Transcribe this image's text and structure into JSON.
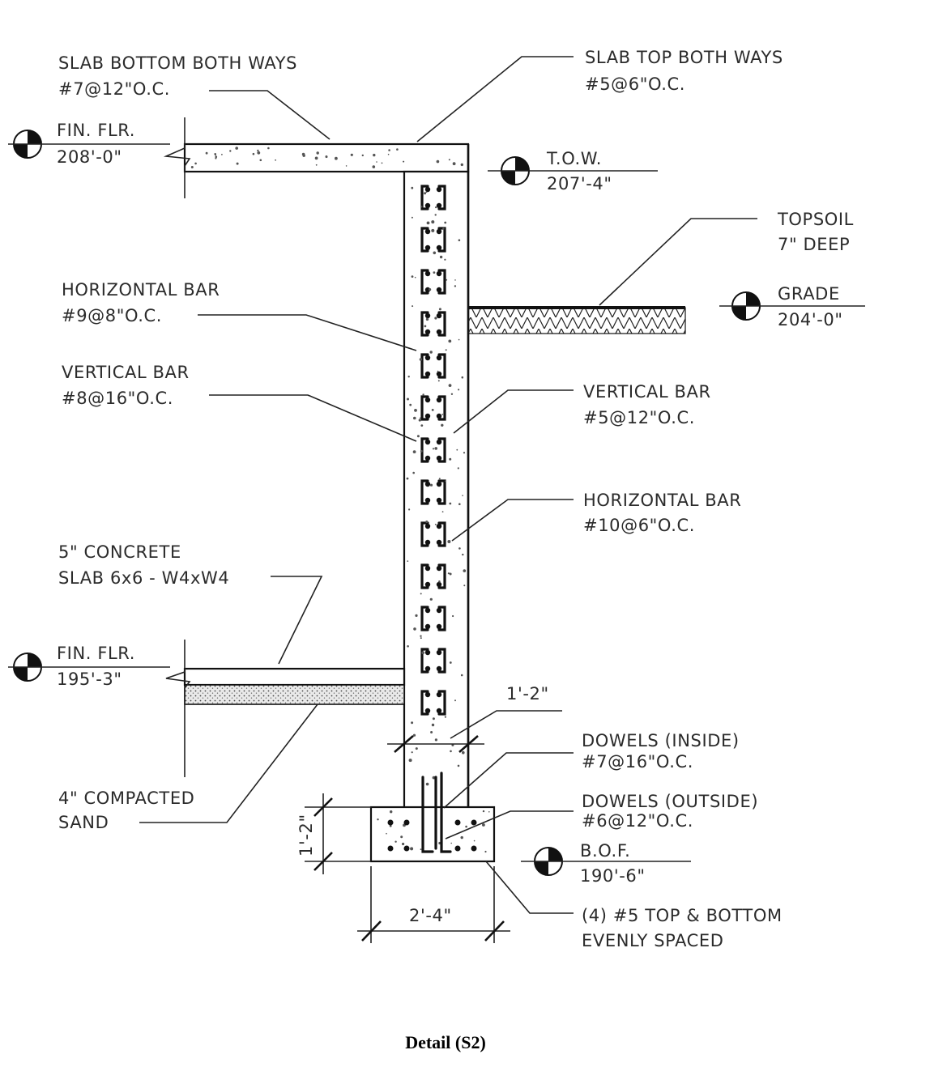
{
  "labels": {
    "slab_bottom": [
      "SLAB BOTTOM BOTH WAYS",
      "#7@12\"O.C."
    ],
    "slab_top": [
      "SLAB TOP BOTH WAYS",
      "#5@6\"O.C."
    ],
    "fin_flr_upper": [
      "FIN. FLR.",
      "208'-0\""
    ],
    "tow": [
      "T.O.W.",
      "207'-4\""
    ],
    "topsoil": [
      "TOPSOIL",
      "7\" DEEP"
    ],
    "grade": [
      "GRADE",
      "204'-0\""
    ],
    "horiz_bar_inside": [
      "HORIZONTAL BAR",
      "#9@8\"O.C."
    ],
    "vert_bar_inside": [
      "VERTICAL BAR",
      "#8@16\"O.C."
    ],
    "vert_bar_outside": [
      "VERTICAL BAR",
      "#5@12\"O.C."
    ],
    "horiz_bar_outside": [
      "HORIZONTAL BAR",
      "#10@6\"O.C."
    ],
    "concrete_slab": [
      "5\" CONCRETE",
      "SLAB 6x6 - W4xW4"
    ],
    "fin_flr_lower": [
      "FIN. FLR.",
      "195'-3\""
    ],
    "wall_thickness": "1'-2\"",
    "dowels_inside": [
      "DOWELS (INSIDE)",
      "#7@16\"O.C."
    ],
    "compacted_sand": [
      "4\" COMPACTED",
      "SAND"
    ],
    "dowels_outside": [
      "DOWELS (OUTSIDE)",
      "#6@12\"O.C."
    ],
    "footing_depth": "1'-2\"",
    "bof": [
      "B.O.F.",
      "190'-6\""
    ],
    "footing_width": "2'-4\"",
    "footing_bars": [
      "(4) #5 TOP & BOTTOM",
      "EVENLY SPACED"
    ]
  },
  "caption": "Detail (S2)",
  "colors": {
    "ink": "#111111",
    "paper": "#ffffff"
  }
}
